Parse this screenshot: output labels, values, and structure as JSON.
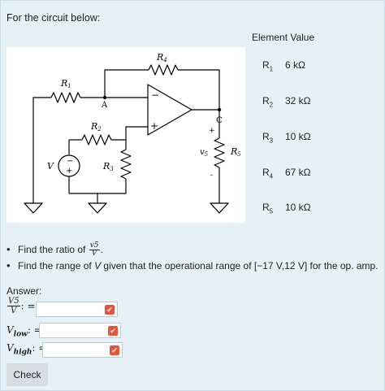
{
  "intro": "For the circuit below:",
  "circuit": {
    "labels": {
      "R1": "R",
      "R1_sub": "1",
      "R2": "R",
      "R2_sub": "2",
      "R3": "R",
      "R3_sub": "3",
      "R4": "R",
      "R4_sub": "4",
      "R5": "R",
      "R5_sub": "5",
      "node_A": "A",
      "node_C": "C",
      "source": "V",
      "v5": "v",
      "v5_sub": "5",
      "opamp_minus": "−",
      "opamp_plus": "+",
      "src_minus": "−",
      "src_plus": "+",
      "out_plus": "+",
      "out_minus": "-"
    }
  },
  "element_table": {
    "heading": "Element Value",
    "rows": [
      {
        "name": "R",
        "sub": "1",
        "value": "6 kΩ"
      },
      {
        "name": "R",
        "sub": "2",
        "value": "32 kΩ"
      },
      {
        "name": "R",
        "sub": "3",
        "value": "10 kΩ"
      },
      {
        "name": "R",
        "sub": "4",
        "value": "67 kΩ"
      },
      {
        "name": "R",
        "sub": "5",
        "value": "10 kΩ"
      }
    ]
  },
  "questions": {
    "q1_prefix": "Find the ratio of ",
    "q1_num": "v5",
    "q1_den": "V",
    "q1_suffix": ".",
    "q2_prefix": "Find the range of ",
    "q2_var": "V",
    "q2_suffix": " given that the operational range of [−17 V,12 V] for the op. amp."
  },
  "answer": {
    "label": "Answer:",
    "ratio_num": "V5",
    "ratio_den": "V",
    "ratio_eq": ": =",
    "vlow_base": "V",
    "vlow_sub": "low",
    "vlow_eq": ": =",
    "vhigh_base": "V",
    "vhigh_sub": "high",
    "vhigh_eq": ": ="
  },
  "check_label": "Check"
}
